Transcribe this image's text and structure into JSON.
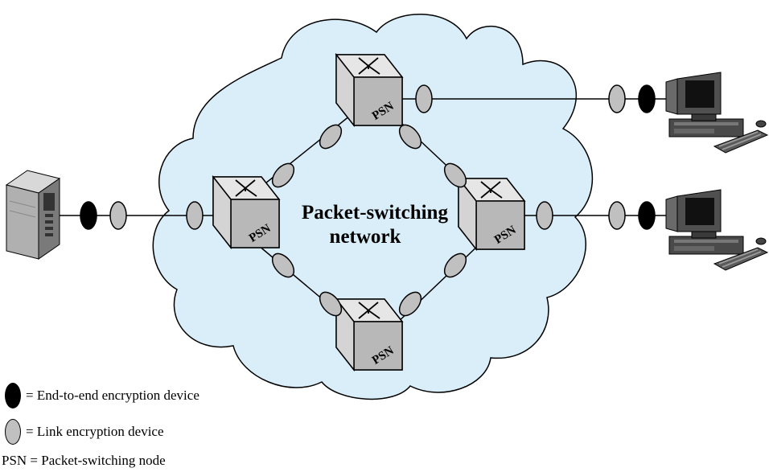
{
  "network": {
    "line1": "Packet-switching",
    "line2": "network",
    "fill_color": "#daeef9"
  },
  "node_label": "PSN",
  "device_colors": {
    "end_to_end": "#000000",
    "link": "#c0c0c0"
  },
  "legend": {
    "end_to_end": "= End-to-end encryption device",
    "link": "= Link encryption device",
    "psn": "PSN = Packet-switching node"
  }
}
